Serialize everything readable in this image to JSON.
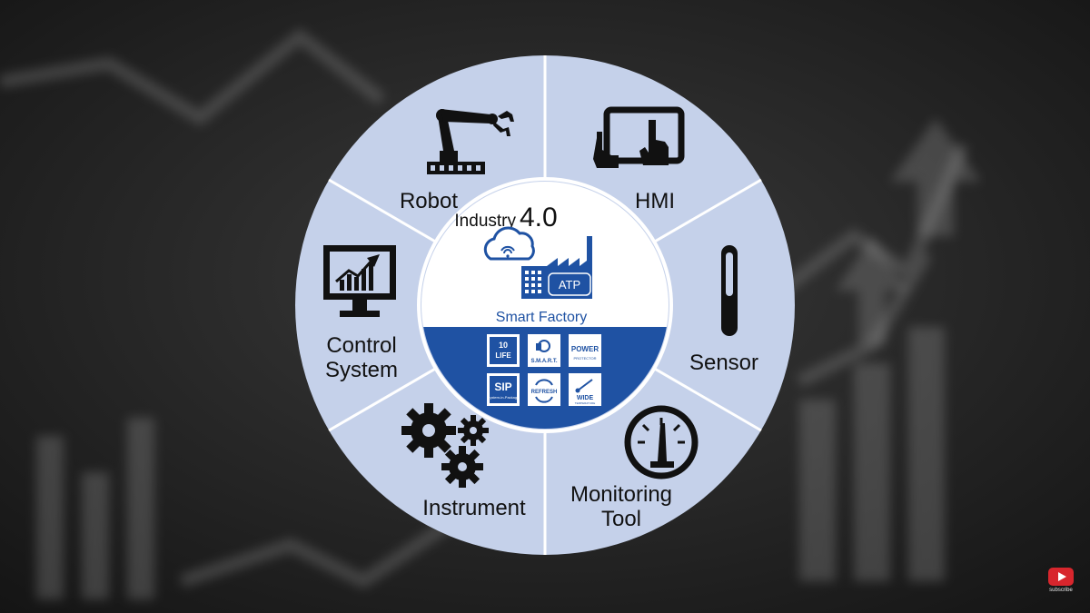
{
  "center": {
    "title_word": "Industry",
    "title_version": "4.0",
    "subtitle": "Smart Factory",
    "factory_badge": "ATP",
    "tiles": [
      {
        "name": "life-tile",
        "lines": [
          "10",
          "LIFE"
        ]
      },
      {
        "name": "smart-tile",
        "lines": [
          "S.M.A.R.T."
        ]
      },
      {
        "name": "power-tile",
        "lines": [
          "POWER",
          "PROTECTOR"
        ]
      },
      {
        "name": "sip-tile",
        "lines": [
          "SIP",
          "System-in-Package"
        ]
      },
      {
        "name": "refresh-tile",
        "lines": [
          "REFRESH"
        ]
      },
      {
        "name": "wide-tile",
        "lines": [
          "WIDE",
          "TEMPERATURE"
        ]
      }
    ]
  },
  "segments": [
    {
      "id": "robot",
      "lines": [
        "Robot"
      ],
      "icon": "robot-arm-icon"
    },
    {
      "id": "hmi",
      "lines": [
        "HMI"
      ],
      "icon": "touch-panel-icon"
    },
    {
      "id": "sensor",
      "lines": [
        "Sensor"
      ],
      "icon": "thermometer-icon"
    },
    {
      "id": "monitoring",
      "lines": [
        "Monitoring",
        "Tool"
      ],
      "icon": "gauge-icon"
    },
    {
      "id": "instrument",
      "lines": [
        "Instrument"
      ],
      "icon": "gears-icon"
    },
    {
      "id": "control",
      "lines": [
        "Control",
        "System"
      ],
      "icon": "monitor-chart-icon"
    }
  ],
  "subscribe": {
    "label": "subscribe"
  },
  "colors": {
    "segment_fill": "#c5d1ea",
    "divider": "#ffffff",
    "hub_blue": "#1f52a3",
    "hub_white": "#ffffff",
    "icon_dark": "#111111",
    "text_dark": "#111111"
  }
}
